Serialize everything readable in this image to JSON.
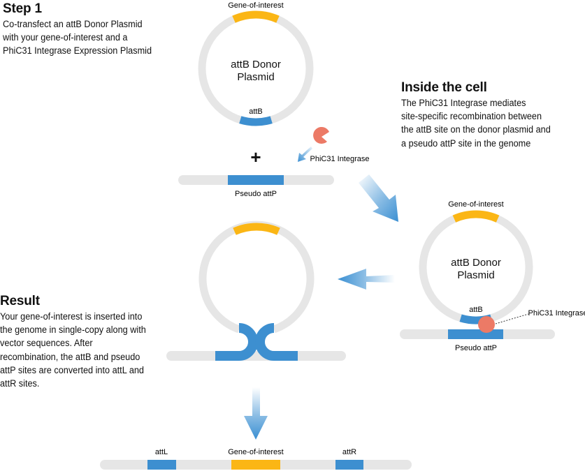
{
  "step1": {
    "heading": "Step 1",
    "lines": [
      "Co-transfect an attB Donor Plasmid",
      "with your gene-of-interest and a",
      "PhiC31 Integrase Expression Plasmid"
    ]
  },
  "inside_cell": {
    "heading": "Inside the cell",
    "lines": [
      "The PhiC31 Integrase mediates",
      "site-specific recombination between",
      "the attB site on the donor plasmid and",
      "a pseudo attP site in the genome"
    ]
  },
  "result": {
    "heading": "Result",
    "lines": [
      "Your gene-of-interest is inserted into",
      "the genome in single-copy along with",
      "vector sequences. After",
      "recombination, the attB and pseudo",
      "attP sites are converted into attL and",
      "attR sites."
    ]
  },
  "labels": {
    "gene_of_interest": "Gene-of-interest",
    "plasmid_line1": "attB Donor",
    "plasmid_line2": "Plasmid",
    "attb": "attB",
    "integrase": "PhiC31 Integrase",
    "pseudo_attp": "Pseudo attP",
    "plus": "+",
    "attl": "attL",
    "attr": "attR"
  },
  "colors": {
    "backbone": "#e6e6e6",
    "gene": "#fbb615",
    "site": "#3d8fd0",
    "integrase": "#ec7a66",
    "arrow": "#3a8fd2",
    "text": "#111111"
  }
}
